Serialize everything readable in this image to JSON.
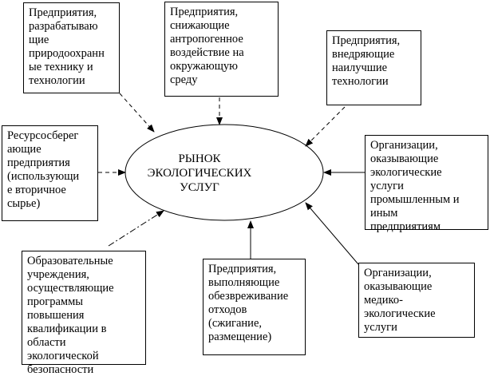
{
  "center": {
    "label": "РЫНОК\nЭКОЛОГИЧЕСКИХ\nУСЛУГ"
  },
  "boxes": {
    "eco_tech": "Предприятия,\nразрабатываю\nщие\nприродоохранн\nые технику и\nтехнологии",
    "reduce_impact": "Предприятия,\nснижающие\nантропогенное\nвоздействие на\nокружающую\nсреду",
    "best_tech": "Предприятия,\nвнедряющие\nнаилучшие\nтехнологии",
    "resource_saving": "Ресурсосберег\nающие\nпредприятия\n(использующи\nе вторичное\nсырье)",
    "eco_services": "Организации,\nоказывающие\nэкологические\nуслуги\nпромышленным  и\nиным\nпредприятиям",
    "education": "Образовательные\nучреждения,\nосуществляющие\nпрограммы\nповышения\nквалификации в\nобласти\nэкологической\nбезопасности",
    "waste": "Предприятия,\nвыполняющие\nобезвреживание\nотходов\n(сжигание,\nразмещение)",
    "medical": "Организации,\nоказывающие\nмедико-\nэкологические\nуслуги"
  }
}
